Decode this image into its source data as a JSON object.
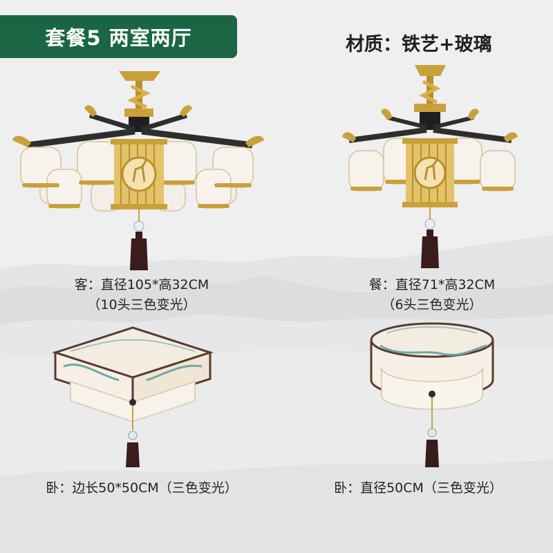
{
  "header": {
    "badge": "套餐5 两室两厅",
    "material": "材质：铁艺+玻璃"
  },
  "products": [
    {
      "line1": "客：直径105*高32CM",
      "line2": "（10头三色变光）",
      "icon": "chandelier-10-head"
    },
    {
      "line1": "餐：直径71*高32CM",
      "line2": "（6头三色变光）",
      "icon": "chandelier-6-head"
    },
    {
      "line1": "卧：边长50*50CM（三色变光）",
      "icon": "square-ceiling-lamp"
    },
    {
      "line1": "卧：直径50CM（三色变光）",
      "icon": "round-ceiling-lamp"
    }
  ],
  "colors": {
    "badge": "#1a6644",
    "gold": "#c9a03a",
    "dark_metal": "#2e2e2e",
    "tassel": "#3a1c1a",
    "mountain": "#c9cbcc"
  }
}
